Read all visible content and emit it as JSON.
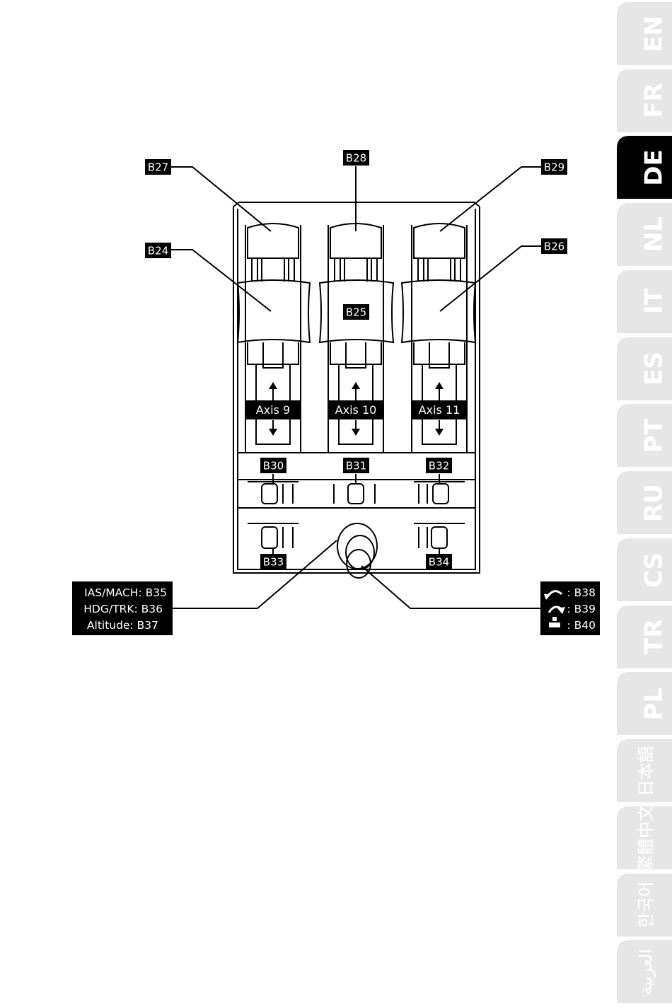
{
  "buttons": {
    "b24": "B24",
    "b25": "B25",
    "b26": "B26",
    "b27": "B27",
    "b28": "B28",
    "b29": "B29",
    "b30": "B30",
    "b31": "B31",
    "b32": "B32",
    "b33": "B33",
    "b34": "B34"
  },
  "axes": {
    "axis9": "Axis 9",
    "axis10": "Axis 10",
    "axis11": "Axis 11"
  },
  "knob_functions": {
    "ias_mach": "IAS/MACH: B35",
    "hdg_trk": "HDG/TRK: B36",
    "altitude": "Altitude: B37"
  },
  "knob_actions": {
    "rotate_left": ": B38",
    "rotate_right": ": B39",
    "push": ": B40",
    "icons": [
      "rotate-left-icon",
      "rotate-right-icon",
      "push-icon"
    ]
  },
  "language_tabs": {
    "active": "DE",
    "active_color": "#000000",
    "inactive_color": "#e6e6e6",
    "items": [
      "EN",
      "FR",
      "DE",
      "NL",
      "IT",
      "ES",
      "PT",
      "RU",
      "CS",
      "TR",
      "PL",
      "日本語",
      "繁體中文",
      "한국어",
      "العربية"
    ]
  }
}
